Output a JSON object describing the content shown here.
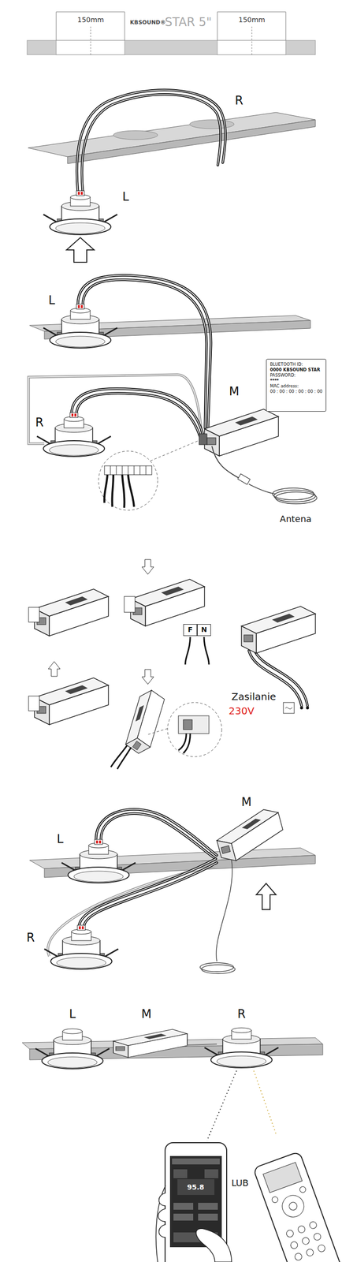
{
  "diagram": {
    "nodes": [
      {
        "text": [
          "BLUETOOTH ID:",
          "0000 KBSOUND STAR",
          "PASSWORD:",
          "****",
          "MAC address:",
          "00 : 00 : 00 : 00 : 00 : 00"
        ]
      },
      {
        "text": [
          "F"
        ]
      },
      {
        "text": [
          "N"
        ]
      }
    ],
    "labels": [
      "150mm",
      "KBSOUND®",
      "STAR 5\"",
      "150mm",
      "R",
      "L",
      "L",
      "M",
      "R",
      "Antena",
      "Zasilanie",
      "230V",
      "L",
      "M",
      "R",
      "L",
      "M",
      "R",
      "95.8",
      "LUB"
    ]
  }
}
